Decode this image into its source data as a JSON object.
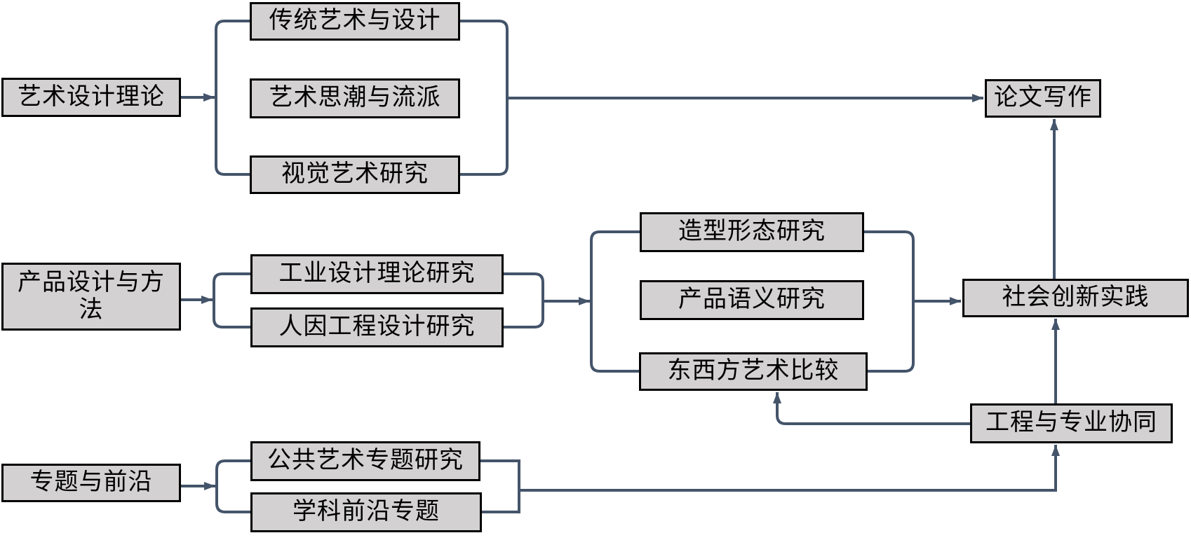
{
  "diagram": {
    "type": "flowchart",
    "nodes": {
      "art_design_theory": {
        "label": "艺术设计理论"
      },
      "traditional_art_design": {
        "label": "传统艺术与设计"
      },
      "art_trends_schools": {
        "label": "艺术思潮与流派"
      },
      "visual_art_research": {
        "label": "视觉艺术研究"
      },
      "thesis_writing": {
        "label": "论文写作"
      },
      "product_design_methods": {
        "label": "产品设计与方\n法"
      },
      "industrial_design_theory": {
        "label": "工业设计理论研究"
      },
      "ergonomics_design": {
        "label": "人因工程设计研究"
      },
      "form_morphology": {
        "label": "造型形态研究"
      },
      "product_semantics": {
        "label": "产品语义研究"
      },
      "east_west_art_comparison": {
        "label": "东西方艺术比较"
      },
      "social_innovation_practice": {
        "label": "社会创新实践"
      },
      "engineering_collaboration": {
        "label": "工程与专业协同"
      },
      "topics_frontiers": {
        "label": "专题与前沿"
      },
      "public_art_topics": {
        "label": "公共艺术专题研究"
      },
      "discipline_frontier_topics": {
        "label": "学科前沿专题"
      }
    },
    "edges": [
      {
        "from": "art_design_theory",
        "to": [
          "traditional_art_design",
          "art_trends_schools",
          "visual_art_research"
        ],
        "style": "arrow-into-bracket"
      },
      {
        "from": [
          "traditional_art_design",
          "art_trends_schools",
          "visual_art_research"
        ],
        "to": "thesis_writing",
        "style": "bracket-merge-arrow"
      },
      {
        "from": "product_design_methods",
        "to": [
          "industrial_design_theory",
          "ergonomics_design"
        ],
        "style": "arrow-into-bracket"
      },
      {
        "from": [
          "industrial_design_theory",
          "ergonomics_design"
        ],
        "to": [
          "form_morphology",
          "product_semantics",
          "east_west_art_comparison"
        ],
        "style": "bracket-merge-arrow"
      },
      {
        "from": [
          "form_morphology",
          "product_semantics",
          "east_west_art_comparison"
        ],
        "to": "social_innovation_practice",
        "style": "bracket-merge-arrow"
      },
      {
        "from": "social_innovation_practice",
        "to": "thesis_writing",
        "style": "arrow"
      },
      {
        "from": "engineering_collaboration",
        "to": "social_innovation_practice",
        "style": "arrow"
      },
      {
        "from": "engineering_collaboration",
        "to": "east_west_art_comparison",
        "style": "elbow-arrow"
      },
      {
        "from": "topics_frontiers",
        "to": [
          "public_art_topics",
          "discipline_frontier_topics"
        ],
        "style": "arrow-into-bracket"
      },
      {
        "from": [
          "public_art_topics",
          "discipline_frontier_topics"
        ],
        "to": "engineering_collaboration",
        "style": "bracket-merge-elbow-arrow"
      }
    ],
    "colors": {
      "box_fill": "#d3d1d1",
      "box_border": "#000000",
      "connector": "#44546a",
      "text": "#000000",
      "background": "#ffffff"
    }
  }
}
